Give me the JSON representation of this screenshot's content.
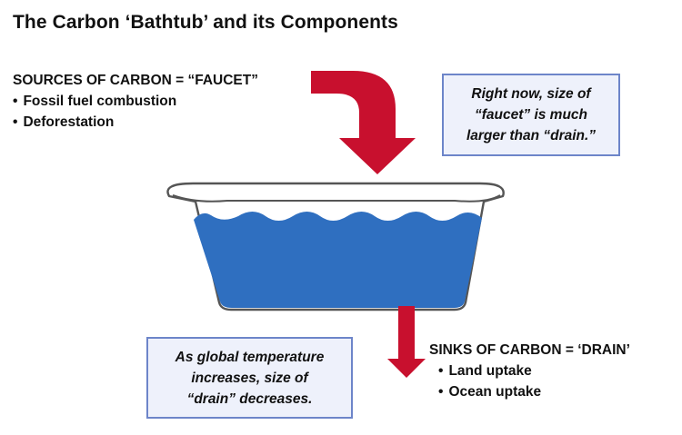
{
  "title": "The Carbon ‘Bathtub’ and its Components",
  "sources": {
    "heading": "SOURCES OF CARBON = “FAUCET”",
    "items": [
      "Fossil fuel combustion",
      "Deforestation"
    ]
  },
  "sinks": {
    "heading": "SINKS OF CARBON = ‘DRAIN’",
    "items": [
      "Land uptake",
      "Ocean uptake"
    ]
  },
  "faucet_note": {
    "lines": [
      "Right now, size of",
      "“faucet” is much",
      "larger than “drain.”"
    ]
  },
  "drain_note": {
    "lines": [
      "As global temperature",
      "increases, size of",
      "“drain” decreases."
    ]
  },
  "colors": {
    "arrow": "#c8102e",
    "water": "#2f6fc0",
    "note_border": "#6d85c9",
    "note_fill": "#eef1fb"
  }
}
